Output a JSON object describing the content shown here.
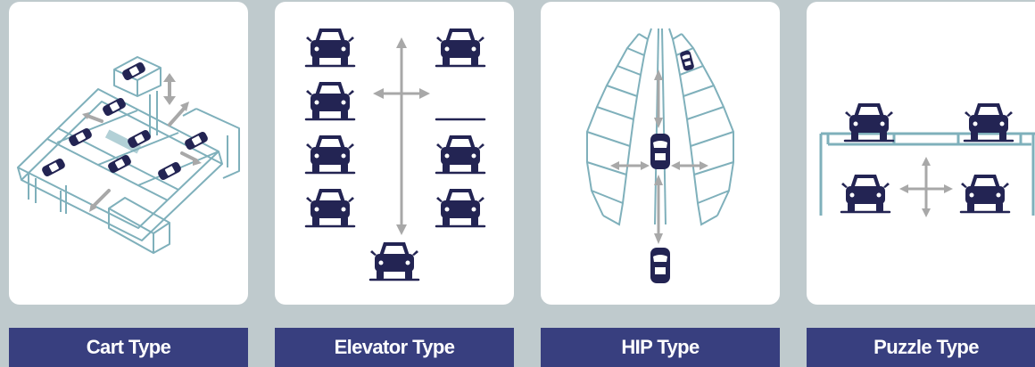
{
  "colors": {
    "background": "#bfcacd",
    "card": "#ffffff",
    "label_bg": "#383f7f",
    "label_text": "#ffffff",
    "car": "#232453",
    "structure": "#7fb0bb",
    "arrow": "#a8a8a8"
  },
  "types": [
    {
      "label": "Cart Type",
      "icon": "cart-parking-icon"
    },
    {
      "label": "Elevator Type",
      "icon": "elevator-parking-icon"
    },
    {
      "label": "HIP Type",
      "icon": "hip-parking-icon"
    },
    {
      "label": "Puzzle Type",
      "icon": "puzzle-parking-icon"
    }
  ]
}
